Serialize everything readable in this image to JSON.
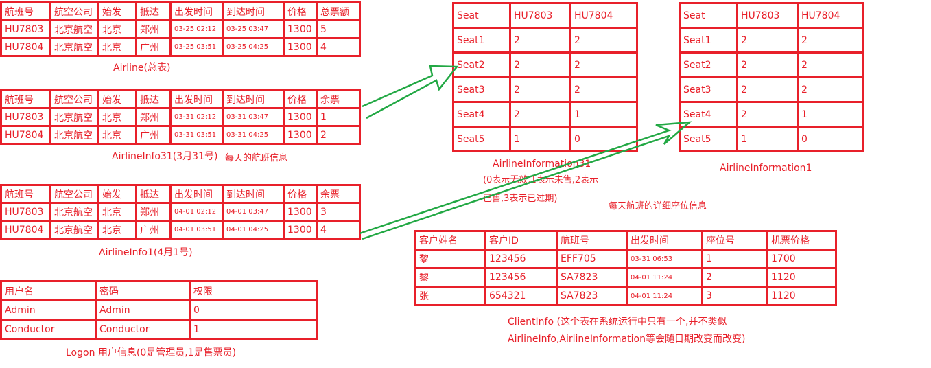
{
  "airline": {
    "caption": "Airline(总表)",
    "header": [
      "航班号",
      "航空公司",
      "始发",
      "抵达",
      "出发时间",
      "到达时间",
      "价格",
      "总票额"
    ],
    "rows": [
      [
        "HU7803",
        "北京航空",
        "北京",
        "郑州",
        "03-25 02:12",
        "03-25 03:47",
        "1300",
        "5"
      ],
      [
        "HU7804",
        "北京航空",
        "北京",
        "广州",
        "03-25 03:51",
        "03-25 04:25",
        "1300",
        "4"
      ]
    ]
  },
  "airline_info31": {
    "caption": "AirlineInfo31(3月31号)",
    "note": "每天的航班信息",
    "header": [
      "航班号",
      "航空公司",
      "始发",
      "抵达",
      "出发时间",
      "到达时间",
      "价格",
      "余票"
    ],
    "rows": [
      [
        "HU7803",
        "北京航空",
        "北京",
        "郑州",
        "03-31 02:12",
        "03-31 03:47",
        "1300",
        "1"
      ],
      [
        "HU7804",
        "北京航空",
        "北京",
        "广州",
        "03-31 03:51",
        "03-31 04:25",
        "1300",
        "2"
      ]
    ]
  },
  "airline_info1": {
    "caption": "AirlineInfo1(4月1号)",
    "header": [
      "航班号",
      "航空公司",
      "始发",
      "抵达",
      "出发时间",
      "到达时间",
      "价格",
      "余票"
    ],
    "rows": [
      [
        "HU7803",
        "北京航空",
        "北京",
        "郑州",
        "04-01 02:12",
        "04-01 03:47",
        "1300",
        "3"
      ],
      [
        "HU7804",
        "北京航空",
        "北京",
        "广州",
        "04-01 03:51",
        "04-01 04:25",
        "1300",
        "4"
      ]
    ]
  },
  "logon": {
    "caption": "Logon  用户信息(0是管理员,1是售票员)",
    "header": [
      "用户名",
      "密码",
      "权限"
    ],
    "rows": [
      [
        "Admin",
        "Admin",
        "0"
      ],
      [
        "Conductor",
        "Conductor",
        "1"
      ]
    ]
  },
  "seat31": {
    "caption": "AirlineInformation31",
    "note_line1": "(0表示无效,1表示未售,2表示",
    "note_line2": "已售,3表示已过期)",
    "header": [
      "Seat",
      "HU7803",
      "HU7804"
    ],
    "rows": [
      [
        "Seat1",
        "2",
        "2"
      ],
      [
        "Seat2",
        "2",
        "2"
      ],
      [
        "Seat3",
        "2",
        "2"
      ],
      [
        "Seat4",
        "2",
        "1"
      ],
      [
        "Seat5",
        "1",
        "0"
      ]
    ]
  },
  "seat1": {
    "caption": "AirlineInformation1",
    "header": [
      "Seat",
      "HU7803",
      "HU7804"
    ],
    "rows": [
      [
        "Seat1",
        "2",
        "2"
      ],
      [
        "Seat2",
        "2",
        "2"
      ],
      [
        "Seat3",
        "2",
        "2"
      ],
      [
        "Seat4",
        "2",
        "1"
      ],
      [
        "Seat5",
        "1",
        "0"
      ]
    ]
  },
  "seat_note": "每天航班的详细座位信息",
  "client": {
    "caption_line1": "ClientInfo (这个表在系统运行中只有一个,并不类似",
    "caption_line2": "AirlineInfo,AirlineInformation等会随日期改变而改变)",
    "header": [
      "客户姓名",
      "客户ID",
      "航班号",
      "出发时间",
      "座位号",
      "机票价格"
    ],
    "rows": [
      [
        "黎",
        "123456",
        "EFF705",
        "03-31 06:53",
        "1",
        "1700"
      ],
      [
        "黎",
        "123456",
        "SA7823",
        "04-01 11:24",
        "2",
        "1120"
      ],
      [
        "张",
        "654321",
        "SA7823",
        "04-01 11:24",
        "3",
        "1120"
      ]
    ]
  },
  "colors": {
    "line": "#e8202a",
    "arrow": "#22a844"
  }
}
